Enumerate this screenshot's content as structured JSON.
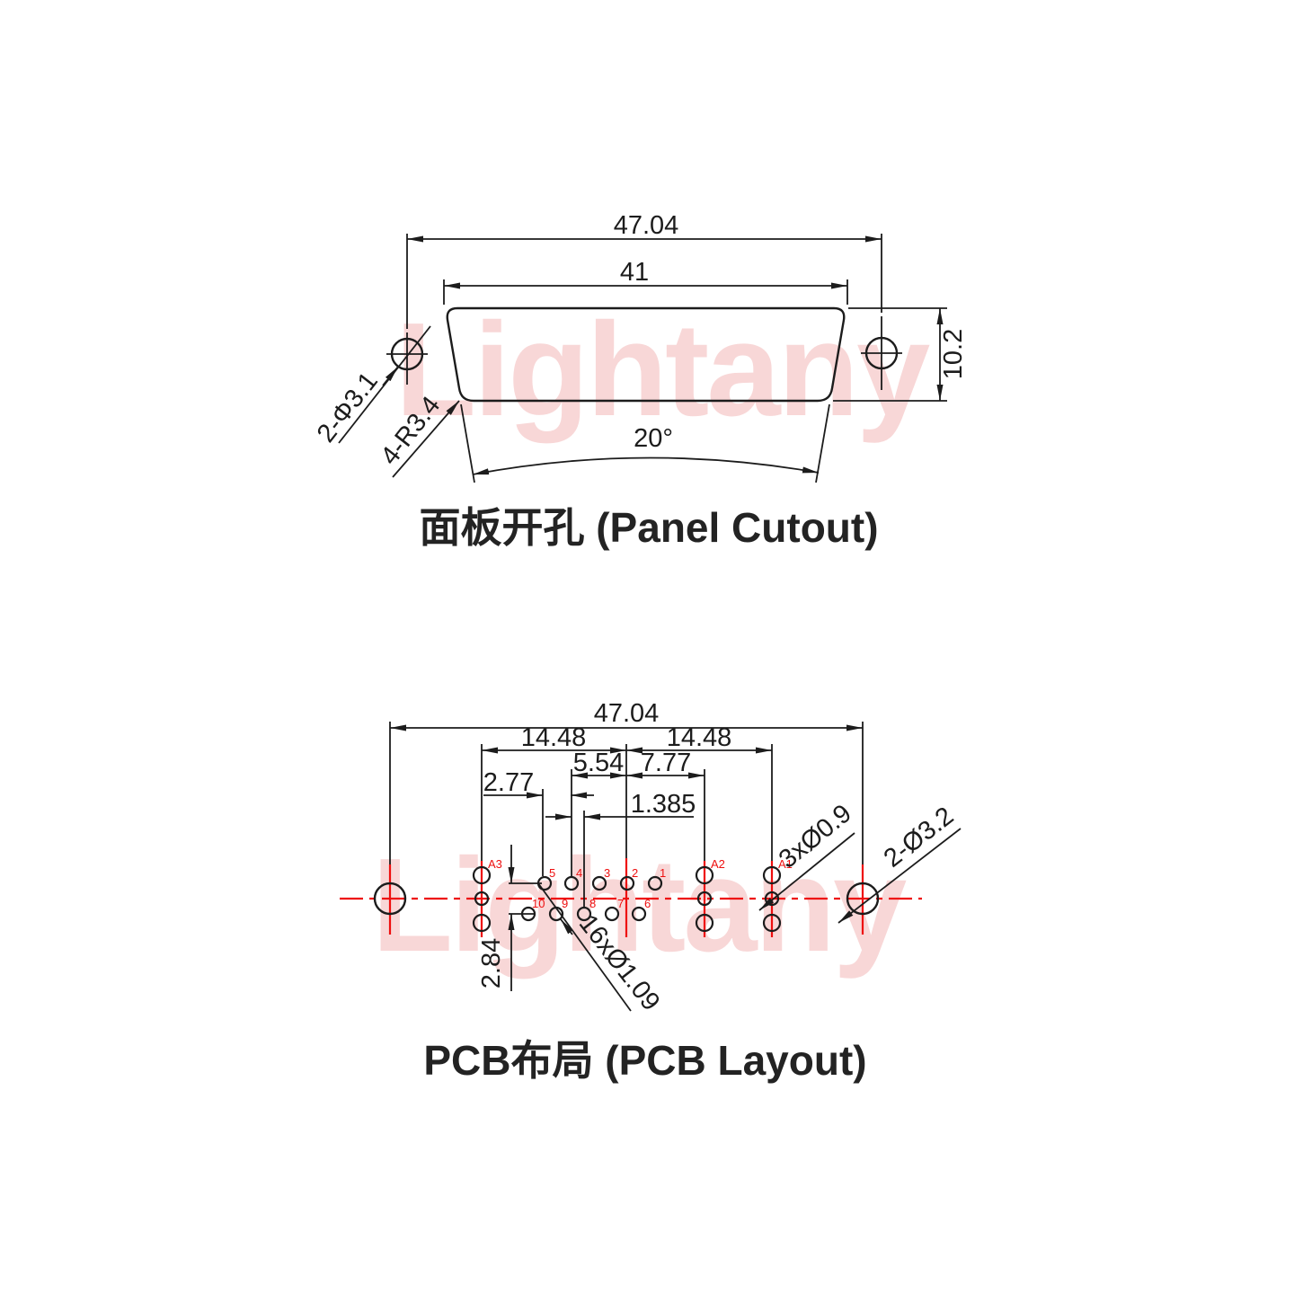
{
  "watermark": {
    "text": "Lightany"
  },
  "colors": {
    "line": "#1c1c1c",
    "accent_red": "#ee0f0f",
    "watermark_pink": "#f8d7d7"
  },
  "panel_cutout": {
    "title": "面板开孔 (Panel Cutout)",
    "dim_overall_width": "47.04",
    "dim_cutout_width": "41",
    "dim_height": "10.2",
    "dim_angle": "20°",
    "dim_mount_holes": "2-Φ3.1",
    "dim_corner_radius": "4-R3.4"
  },
  "pcb_layout": {
    "title": "PCB布局 (PCB Layout)",
    "dim_overall_width": "47.04",
    "dim_left_span": "14.48",
    "dim_right_span": "14.48",
    "dim_pin_to_center": "5.54",
    "dim_center_to_a2": "7.77",
    "dim_pin_pitch": "2.77",
    "dim_row_offset": "1.385",
    "dim_row_spacing": "2.84",
    "label_signal_holes": "16xØ1.09",
    "label_coax_holes": "3xØ0.9",
    "label_mount_holes": "2-Ø3.2",
    "pins": [
      "A3",
      "5",
      "4",
      "3",
      "2",
      "1",
      "10",
      "9",
      "8",
      "7",
      "6",
      "A2",
      "A1"
    ]
  }
}
